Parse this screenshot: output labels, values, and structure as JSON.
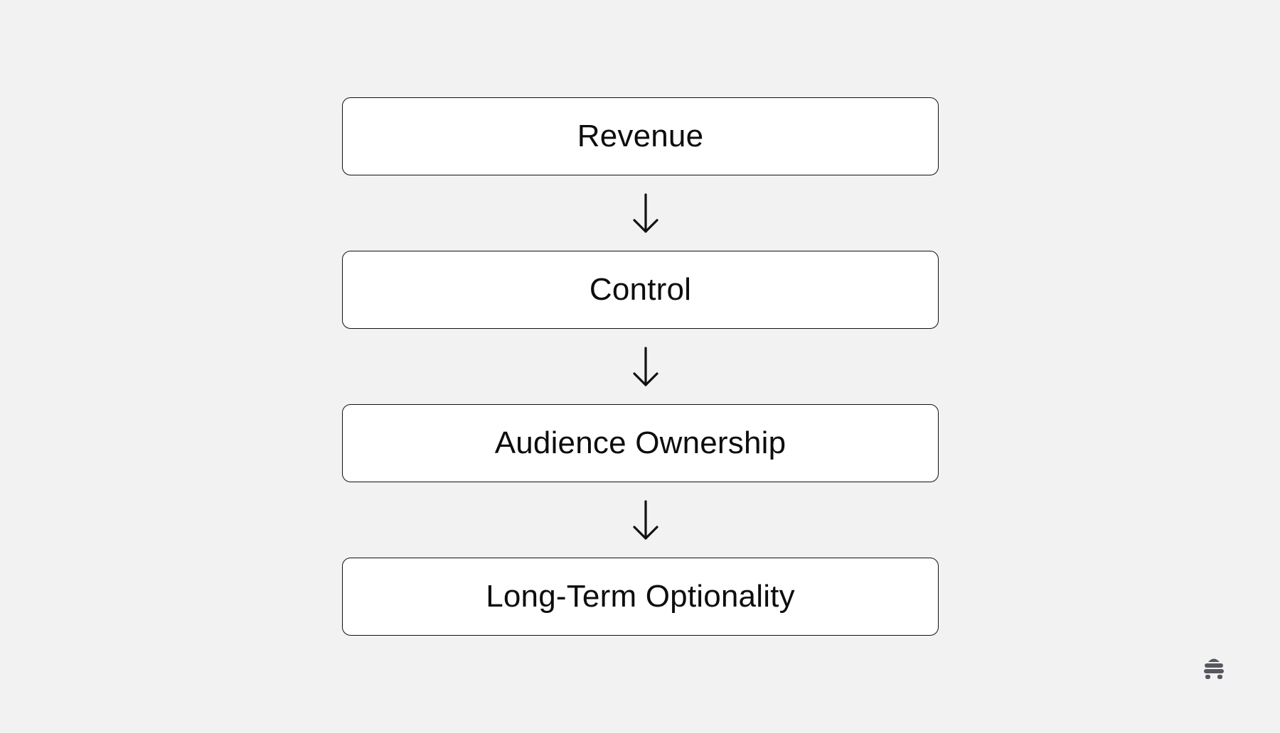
{
  "diagram": {
    "steps": [
      {
        "label": "Revenue"
      },
      {
        "label": "Control"
      },
      {
        "label": "Audience Ownership"
      },
      {
        "label": "Long-Term Optionality"
      }
    ],
    "connectors": [
      "down-arrow-icon",
      "down-arrow-icon",
      "down-arrow-icon"
    ],
    "colors": {
      "background": "#f2f2f2",
      "box_fill": "#ffffff",
      "box_border": "#111111",
      "text": "#0d0d0d",
      "logo": "#55585e"
    }
  },
  "logo": {
    "icon": "beehive-logo-icon"
  }
}
